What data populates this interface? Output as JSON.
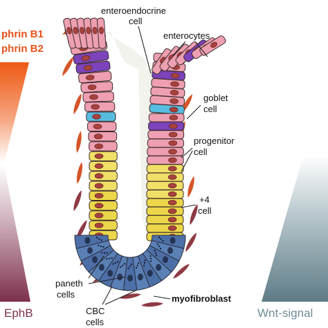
{
  "gradients": {
    "left_top_lines": [
      "phrin B1",
      "phrin B2"
    ],
    "left_bottom_label": "EphB",
    "right_bottom_label": "Wnt-signal",
    "colors": {
      "ephrin_text": "#e4521b",
      "ephrin_orange": "#ee5a14",
      "ephb_maroon": "#8c3a5c",
      "ephb_text": "#7c2f4c",
      "wnt": "#5e7b86",
      "wnt_text": "#6f8c98"
    }
  },
  "labels": {
    "enteroendocrine": [
      "enteroendocrine",
      "cell"
    ],
    "enterocytes": "enterocytes",
    "goblet": [
      "goblet",
      "cell"
    ],
    "progenitor": [
      "progenitor",
      "cell"
    ],
    "plus4": [
      "+4",
      "cell"
    ],
    "paneth": [
      "paneth",
      "cells"
    ],
    "cbc": [
      "CBC",
      "cells"
    ],
    "myofibroblast": "myofibroblast"
  },
  "cell_colors": {
    "enterocyte": "#ee9fb2",
    "enteroendocrine": "#7c43bb",
    "goblet": "#58bce0",
    "progenitor": "#f1e067",
    "plus4": "#ecd74a",
    "paneth": "#4d6fa8",
    "cbc": "#5a80b6",
    "lumen": "#f2f3ec",
    "myofibroblast_orange": "#d45528",
    "myofibroblast_maroon": "#8e3a44"
  }
}
